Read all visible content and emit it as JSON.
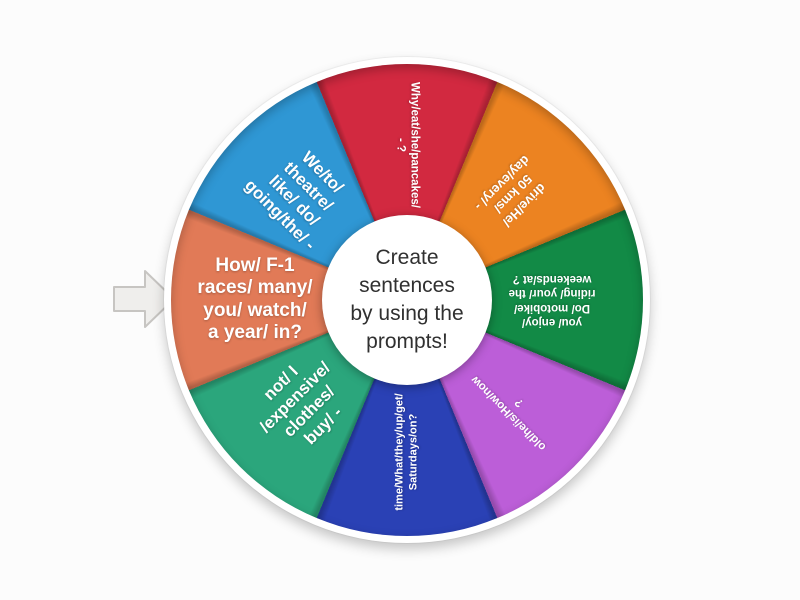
{
  "page": {
    "background_color": "#fcfcfc"
  },
  "pointer": {
    "icon": "right-arrow",
    "fill": "#efeeec",
    "stroke": "#c7c5c2"
  },
  "wheel": {
    "rim_color": "#ffffff",
    "label_text_color": "#ffffff",
    "center_text": {
      "full": "Create sentences by using the prompts!",
      "lines": [
        "Create",
        "sentences",
        "by using the",
        "prompts!"
      ]
    },
    "segments": [
      {
        "label": "Why/eat/she/pancakes/ - ?",
        "lines": [
          "Why/eat/she/pancakes/",
          "- ?"
        ],
        "color": "#d22940",
        "angle_deg": 0
      },
      {
        "label": "drive/He/ 50 kms/ day/every/ -",
        "lines": [
          "drive/He/",
          "50 kms/",
          "day/every/ -"
        ],
        "color": "#ec8321",
        "angle_deg": 45
      },
      {
        "label": "you/ enjoy/ Do/ motobike/ riding/ your/ the weekends/at ?",
        "lines": [
          "you/ enjoy/",
          "Do/ motobike/",
          "riding/ your/ the",
          "weekends/at ?"
        ],
        "color": "#128a46",
        "angle_deg": 90
      },
      {
        "label": "old/he/is/How/now ?",
        "lines": [
          "old/he/is/How/now",
          "?"
        ],
        "color": "#bc5ed8",
        "angle_deg": 135
      },
      {
        "label": "time/What/they/up/get/ Saturdays/on?",
        "lines": [
          "time/What/they/up/get/",
          "Saturdays/on?"
        ],
        "color": "#2a41b5",
        "angle_deg": 180
      },
      {
        "label": "not/ I /expensive/ clothes/ buy/ -",
        "lines": [
          "not/ I",
          "/expensive/",
          "clothes/",
          "buy/ -"
        ],
        "color": "#2ba67c",
        "angle_deg": 225
      },
      {
        "label": "How/ F-1 races/ many/ you/ watch/ a year/ in?",
        "lines": [
          "How/ F-1",
          "races/ many/",
          "you/ watch/",
          "a year/ in?"
        ],
        "color": "#e17a57",
        "angle_deg": 270
      },
      {
        "label": "We/to/ theatre/ like/ do/ going/the/ -",
        "lines": [
          "We/to/",
          "theatre/",
          "like/ do/",
          "going/the/ -"
        ],
        "color": "#2f97d4",
        "angle_deg": 315
      }
    ]
  }
}
